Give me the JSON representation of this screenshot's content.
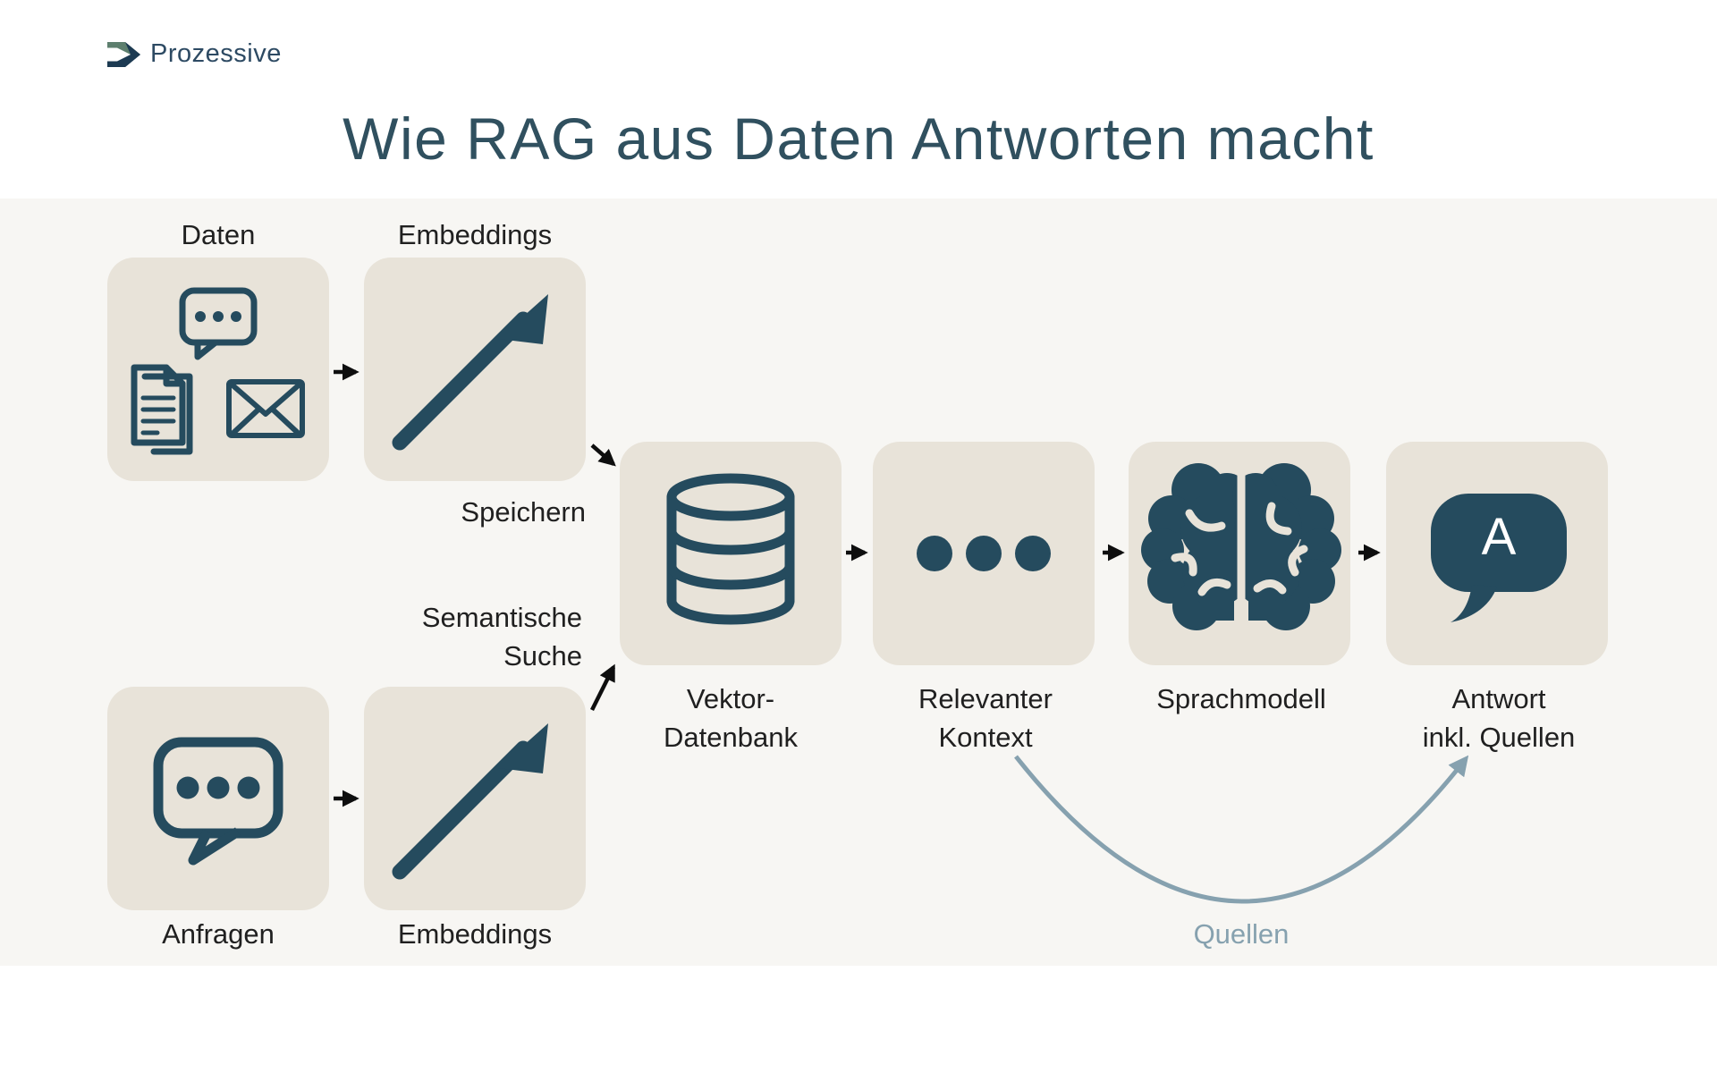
{
  "logo": {
    "text": "Prozessive"
  },
  "title": "Wie RAG aus Daten Antworten macht",
  "diagram": {
    "labels": {
      "daten": "Daten",
      "embeddings_top": "Embeddings",
      "speichern": "Speichern",
      "semantische_1": "Semantische",
      "semantische_2": "Suche",
      "vektor_1": "Vektor-",
      "vektor_2": "Datenbank",
      "relevanter_1": "Relevanter",
      "relevanter_2": "Kontext",
      "sprachmodell": "Sprachmodell",
      "antwort_1": "Antwort",
      "antwort_2": "inkl. Quellen",
      "anfragen": "Anfragen",
      "embeddings_bottom": "Embeddings",
      "quellen": "Quellen"
    },
    "answer_letter": "A",
    "icons": [
      "chat-dots-icon",
      "documents-icon",
      "envelope-icon",
      "trend-arrow-icon",
      "database-icon",
      "dots-icon",
      "brain-icon",
      "answer-bubble-icon",
      "query-bubble-icon"
    ]
  },
  "colors": {
    "accent_dark_teal": "#254b5e",
    "title_text": "#30505f",
    "label_text": "#202020",
    "box_fill": "#e8e3d9",
    "diagram_background": "#f7f6f3",
    "page_background": "#ffffff",
    "quellen_accent": "#86a1af",
    "arrow_black": "#0e0e0e",
    "logo_green": "#5d7f6e",
    "logo_navy": "#1c3a52"
  }
}
